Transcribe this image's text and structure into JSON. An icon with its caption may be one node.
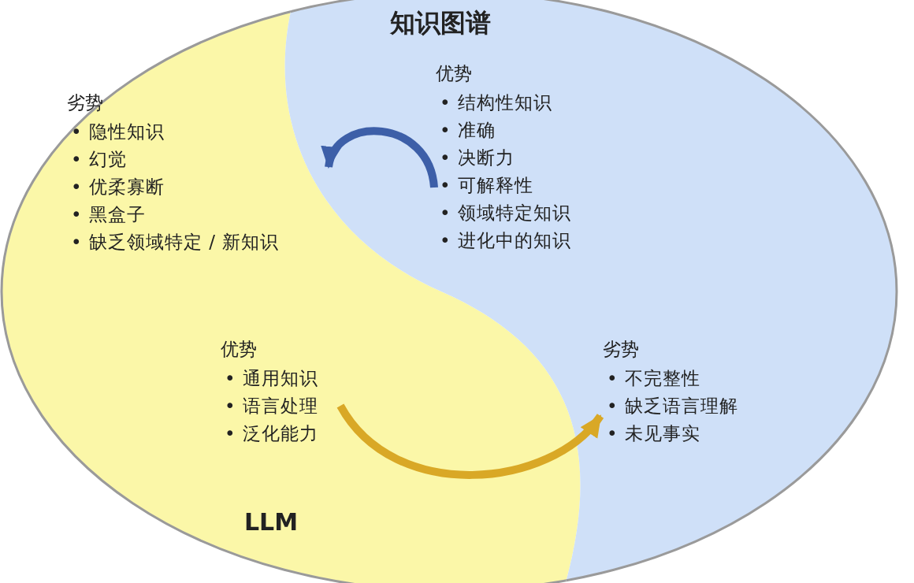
{
  "diagram": {
    "nodes": [
      {
        "text": [
          "LLM"
        ]
      },
      {
        "text": [
          "知识图谱"
        ]
      },
      {
        "text": [
          "劣势",
          "• 隐性知识",
          "• 幻觉",
          "• 优柔寡断",
          "• 黑盒子",
          "• 缺乏领域特定 / 新知识"
        ],
        "in": 0
      },
      {
        "text": [
          "优势",
          "• 结构性知识",
          "• 准确",
          "• 决断力",
          "• 可解释性",
          "• 领域特定知识",
          "• 进化中的知识"
        ],
        "in": 1
      },
      {
        "text": [
          "优势",
          "• 通用知识",
          "• 语言处理",
          "• 泛化能力"
        ],
        "in": 0
      },
      {
        "text": [
          "劣势",
          "• 不完整性",
          "• 缺乏语言理解",
          "• 未见事实"
        ],
        "in": 1
      }
    ],
    "edges": [
      {
        "from": 3,
        "to": 2,
        "arrow": "to",
        "color": "#3d5fa8"
      },
      {
        "from": 4,
        "to": 5,
        "arrow": "to",
        "color": "#d9a826"
      }
    ]
  }
}
